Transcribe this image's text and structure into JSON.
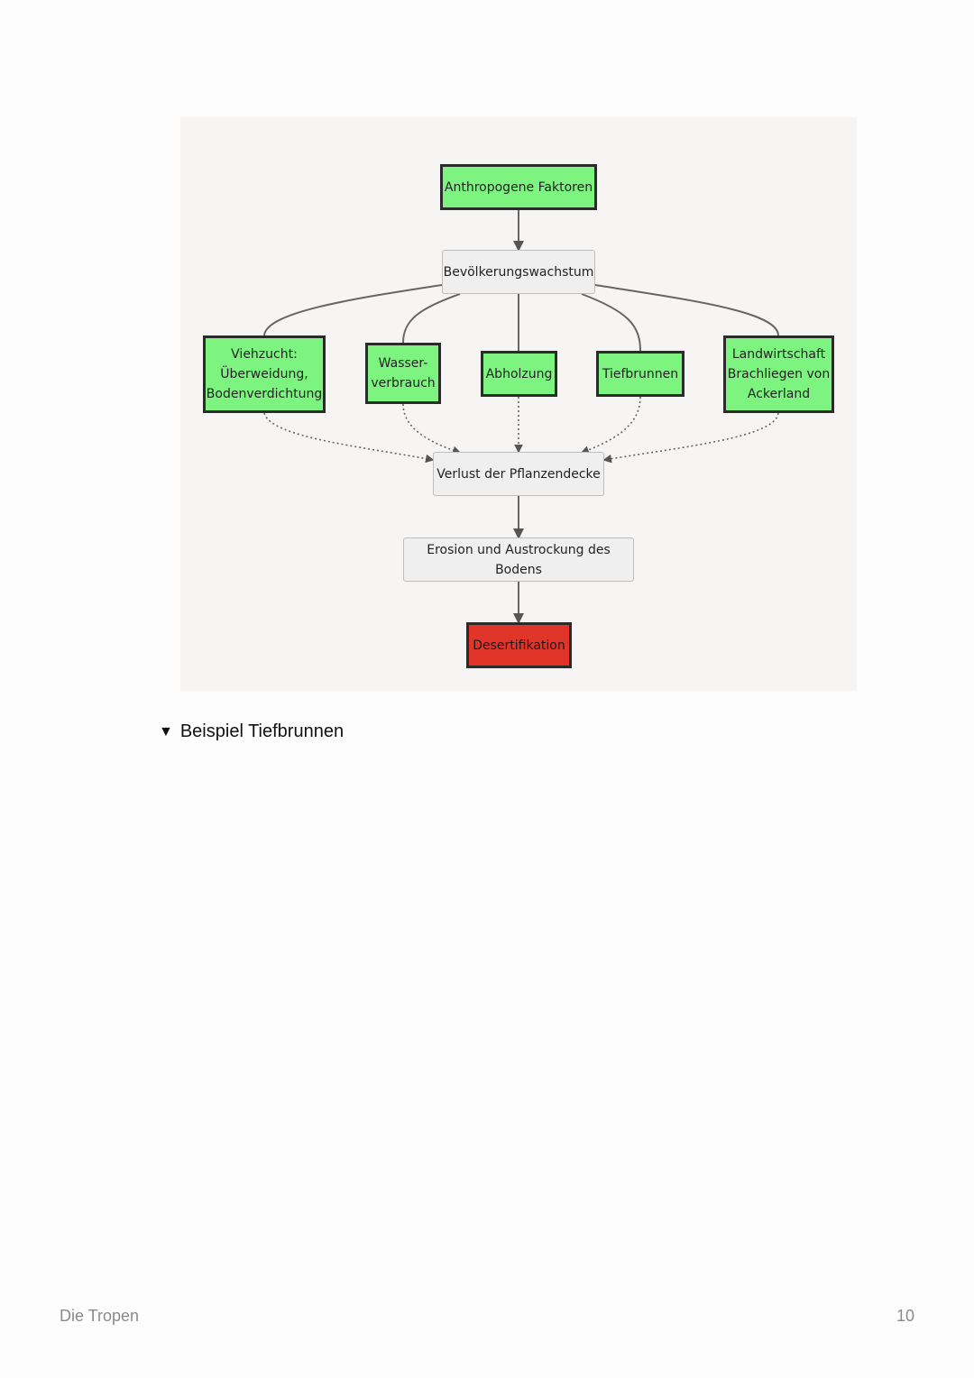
{
  "diagram": {
    "nodes": {
      "anthropogene": "Anthropogene Faktoren",
      "bevoelkerung": "Bevölkerungswachstum",
      "viehzucht": "Viehzucht:\nÜberweidung,\nBodenverdichtung",
      "wasser": "Wasser-\nverbrauch",
      "abholzung": "Abholzung",
      "tiefbrunnen": "Tiefbrunnen",
      "landwirtschaft": "Landwirtschaft\nBrachliegen von\nAckerland",
      "verlust": "Verlust der Pflanzendecke",
      "erosion": "Erosion und Austrockung des Bodens",
      "desertifikation": "Desertifikation"
    },
    "colors": {
      "cause": "#7cf47f",
      "process": "#efefef",
      "result": "#e2352a"
    }
  },
  "section": {
    "toggle_icon": "▼",
    "toggle_label": "Beispiel Tiefbrunnen"
  },
  "footer": {
    "title": "Die Tropen",
    "page_number": "10"
  }
}
